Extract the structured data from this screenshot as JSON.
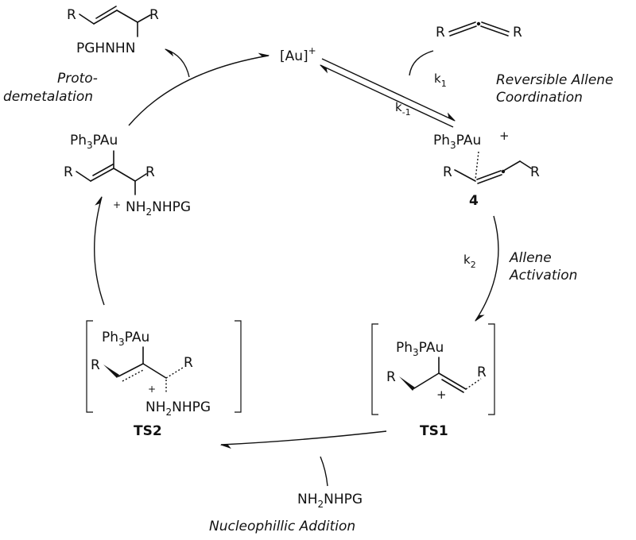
{
  "catalyst": {
    "label": "[Au]",
    "charge": "+"
  },
  "allene": {
    "r_left": "R",
    "r_right": "R"
  },
  "rate_constants": {
    "k1": "k",
    "k1_sub": "1",
    "km1": "k",
    "km1_sub": "-1",
    "k2": "k",
    "k2_sub": "2"
  },
  "steps": {
    "coordination_line1": "Reversible Allene",
    "coordination_line2": "Coordination",
    "activation_line1": "Allene",
    "activation_line2": "Activation",
    "addition": "Nucleophillic Addition",
    "proto_line1": "Proto-",
    "proto_line2": "demetalation"
  },
  "gold_ligand": {
    "ph": "Ph",
    "sub": "3",
    "pau": "PAu"
  },
  "complex4": {
    "charge": "+",
    "r_left": "R",
    "r_right": "R",
    "label": "4"
  },
  "ts1": {
    "label": "TS1",
    "r_left": "R",
    "r_right": "R",
    "charge": "+"
  },
  "ts2": {
    "label": "TS2",
    "r_left": "R",
    "r_right": "R",
    "charge": "+",
    "nuc_a": "NH",
    "nuc_sub": "2",
    "nuc_b": "NHPG"
  },
  "nucleophile": {
    "a": "NH",
    "sub": "2",
    "b": "NHPG"
  },
  "intermediate": {
    "r_left": "R",
    "r_right": "R",
    "charge": "+",
    "nuc_a": "NH",
    "nuc_sub": "2",
    "nuc_b": "NHPG"
  },
  "product": {
    "r_left": "R",
    "r_right": "R",
    "amine": "PGHNHN"
  }
}
